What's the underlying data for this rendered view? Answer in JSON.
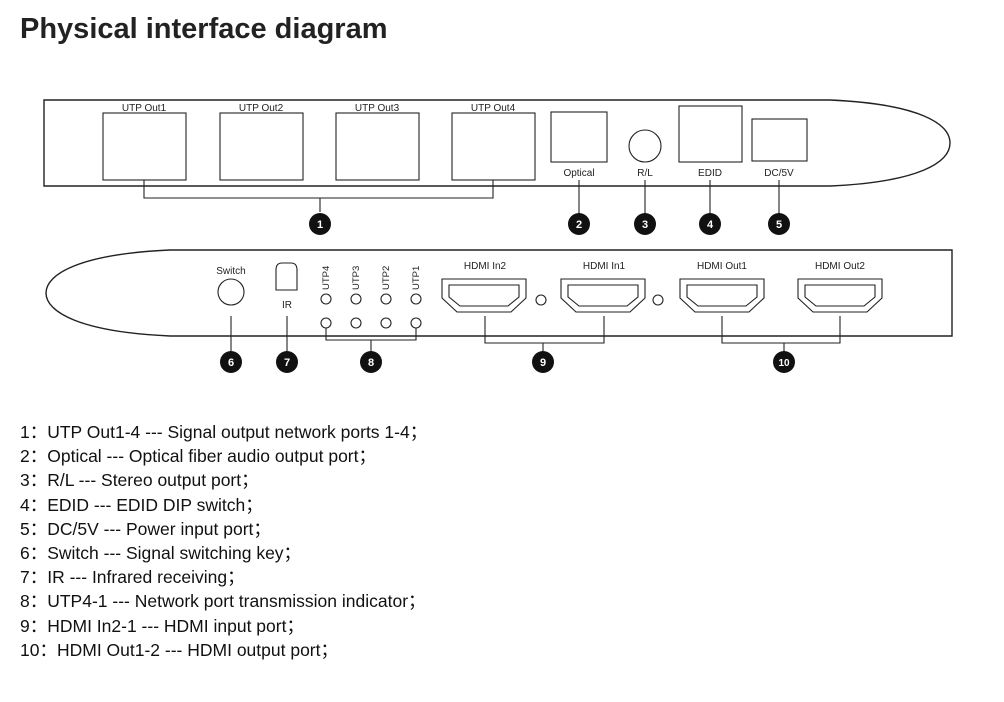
{
  "title": "Physical interface diagram",
  "top_panel": {
    "utp_labels": [
      "UTP Out1",
      "UTP Out2",
      "UTP Out3",
      "UTP Out4"
    ],
    "optical": "Optical",
    "rl": "R/L",
    "edid": "EDID",
    "dc": "DC/5V"
  },
  "bottom_panel": {
    "switch": "Switch",
    "ir": "IR",
    "utp_indicators": [
      "UTP4",
      "UTP3",
      "UTP2",
      "UTP1"
    ],
    "hdmi_labels": [
      "HDMI In2",
      "HDMI In1",
      "HDMI Out1",
      "HDMI Out2"
    ]
  },
  "callouts": [
    "1",
    "2",
    "3",
    "4",
    "5",
    "6",
    "7",
    "8",
    "9",
    "10"
  ],
  "legend": [
    "1：UTP Out1-4 --- Signal output network ports 1-4；",
    "2：Optical --- Optical fiber audio output port；",
    "3：R/L --- Stereo output port；",
    "4：EDID --- EDID DIP switch；",
    "5：DC/5V --- Power input port；",
    "6：Switch --- Signal switching key；",
    "7：IR --- Infrared receiving；",
    "8：UTP4-1 --- Network port transmission indicator；",
    "9：HDMI In2-1 --- HDMI input port；",
    "10：HDMI Out1-2 --- HDMI output port；"
  ]
}
